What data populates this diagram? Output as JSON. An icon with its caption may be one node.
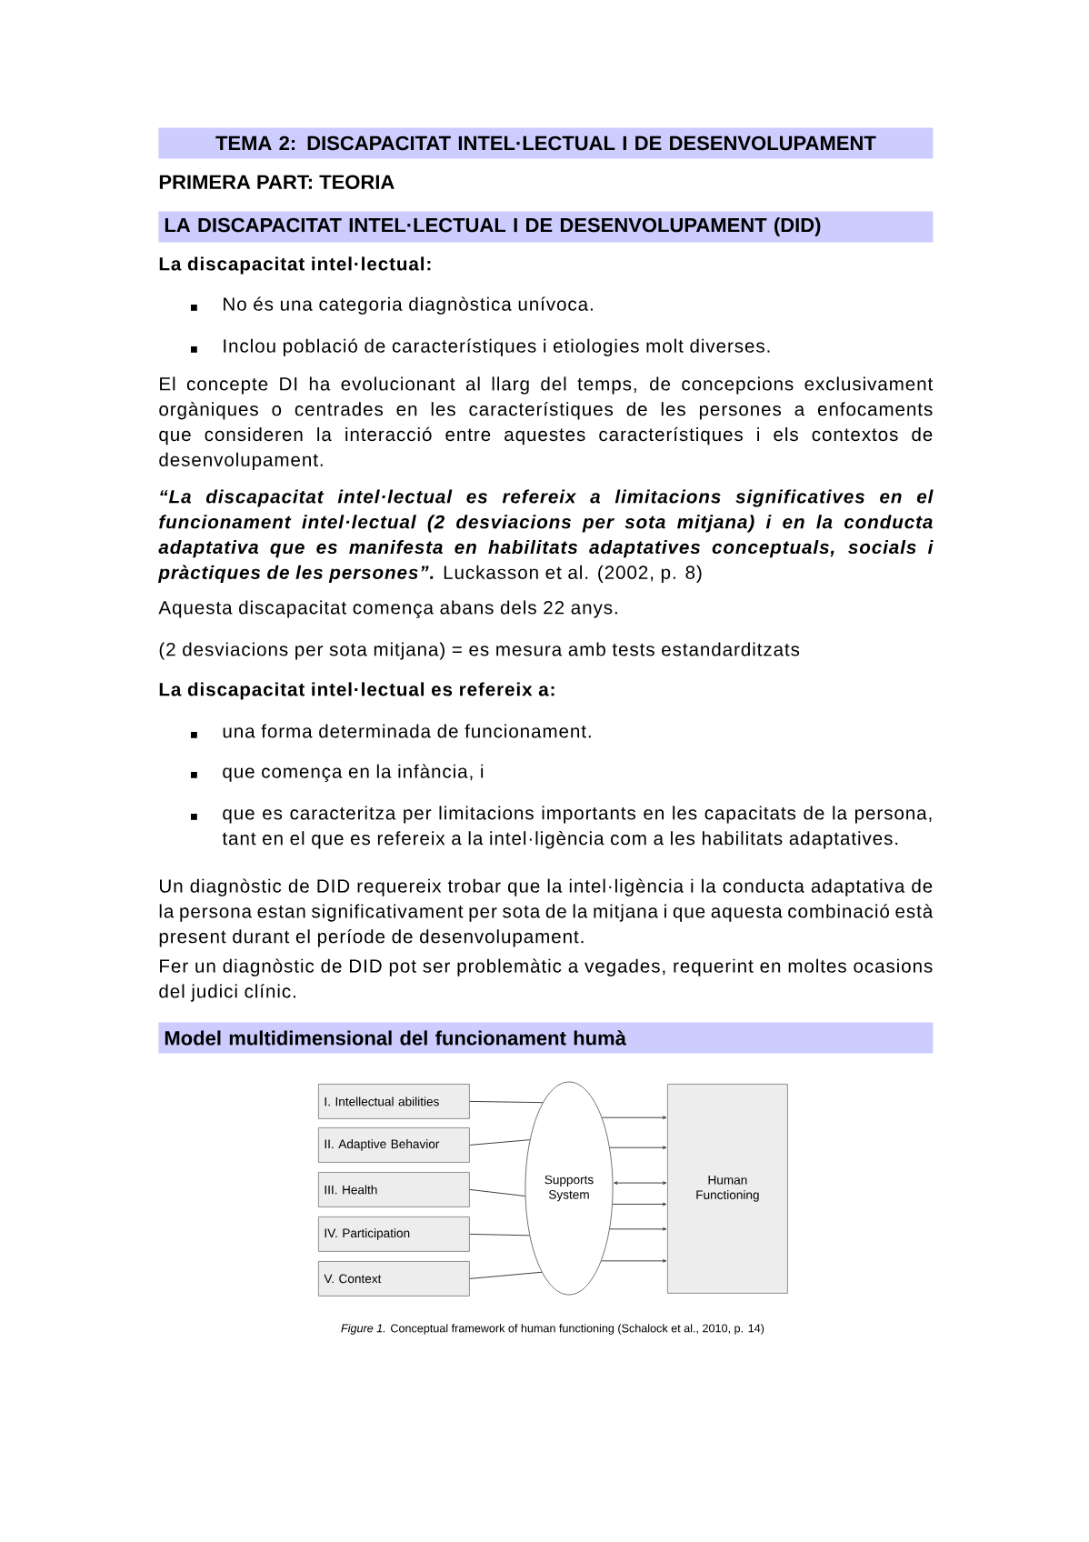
{
  "diagram": {
    "caption": "*Figure 1.* Conceptual framework of human functioning (Schalock et al., 2010, p. 14)",
    "nodes": [
      {
        "text": [
          "TEMA 2: DISCAPACITAT INTEL·LECTUAL I DE DESENVOLUPAMENT"
        ]
      },
      {
        "text": [
          "LA DISCAPACITAT INTEL·LECTUAL I DE DESENVOLUPAMENT (DID)"
        ]
      },
      {
        "text": [
          "Model multidimensional del funcionament humà"
        ]
      },
      {
        "text": [
          "I. Intellectual abilities"
        ]
      },
      {
        "text": [
          "II. Adaptive Behavior"
        ]
      },
      {
        "text": [
          "III. Health"
        ]
      },
      {
        "text": [
          "IV. Participation"
        ]
      },
      {
        "text": [
          "V. Context"
        ]
      },
      {
        "text": [
          "Supports System"
        ]
      },
      {
        "text": [
          "Human Functioning"
        ]
      }
    ],
    "edges": [
      {
        "from": 3,
        "to": 8,
        "arrow": "none"
      },
      {
        "from": 4,
        "to": 8,
        "arrow": "none"
      },
      {
        "from": 5,
        "to": 8,
        "arrow": "none"
      },
      {
        "from": 6,
        "to": 8,
        "arrow": "none"
      },
      {
        "from": 7,
        "to": 8,
        "arrow": "none"
      },
      {
        "from": 8,
        "to": 9,
        "arrow": "to"
      },
      {
        "from": 8,
        "to": 9,
        "arrow": "to"
      },
      {
        "from": 8,
        "to": 9,
        "arrow": "both"
      },
      {
        "from": 8,
        "to": 9,
        "arrow": "to"
      },
      {
        "from": 8,
        "to": 9,
        "arrow": "to"
      },
      {
        "from": 8,
        "to": 9,
        "arrow": "to"
      }
    ],
    "labels": [
      "PRIMERA PART: TEORIA",
      "La discapacitat intel·lectual:",
      "No és una categoria diagnòstica unívoca.",
      "Inclou població de característiques i etiologies molt diverses.",
      "El concepte DI ha evolucionant al llarg del temps, de concepcions exclusivament orgàniques o centrades en les característiques de les persones a enfocaments que consideren la interacció entre aquestes característiques i els contextos de desenvolupament.",
      "“La discapacitat intel·lectual es refereix a limitacions significatives en el funcionament intel·lectual (2 desviacions per sota mitjana) i en la conducta adaptativa que es manifesta en habilitats adaptatives conceptuals, socials i pràctiques de les persones”.",
      "Luckasson et al. (2002, p. 8)",
      "Aquesta discapacitat comença abans dels 22 anys.",
      "(2 desviacions per sota mitjana) = es mesura amb tests estandarditzats",
      "La discapacitat intel·lectual es refereix a:",
      "una forma determinada de funcionament.",
      "que comença en la infància, i",
      "que es caracteritza per limitacions importants en les capacitats de la persona, tant en el que es refereix a la intel·ligència com a les habilitats adaptatives.",
      "Un diagnòstic de DID requereix trobar que la intel·ligència i la conducta adaptativa de la persona estan significativament per sota de la mitjana i que aquesta combinació està present durant el període de desenvolupament.",
      "Fer un diagnòstic de DID pot ser problemàtic a vegades, requerint en moltes ocasions del judici clínic."
    ]
  }
}
